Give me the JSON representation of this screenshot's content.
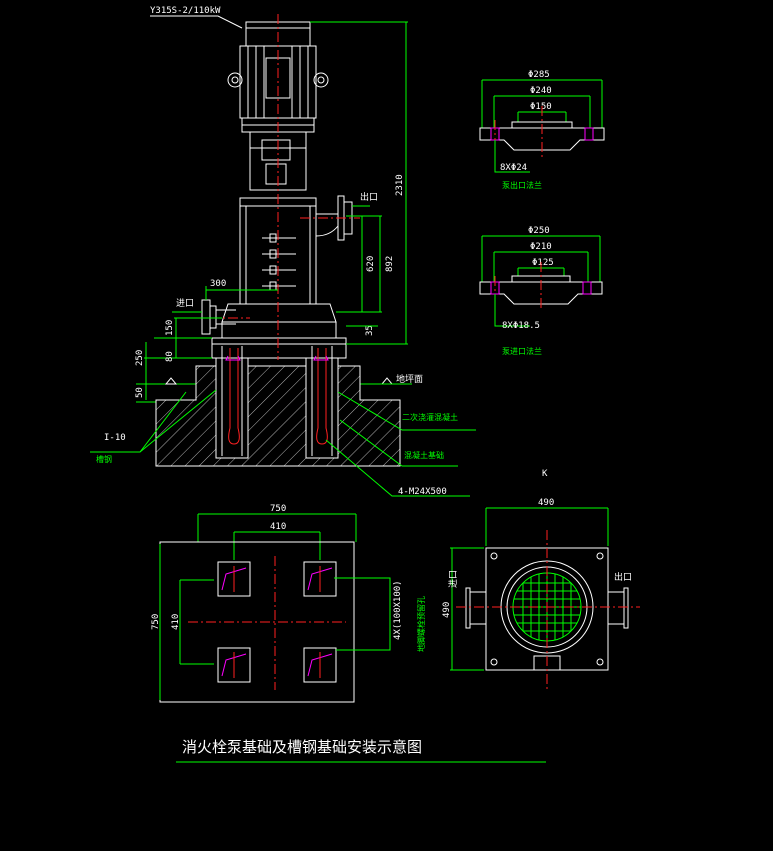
{
  "drawing": {
    "title": "消火栓泵基础及槽钢基础安装示意图",
    "motor_label": "Y315S-2/110kW",
    "dims_elevation": {
      "d2310": "2310",
      "d620": "620",
      "d892": "892",
      "d300": "300",
      "d150": "150",
      "d80": "80",
      "d250": "250",
      "d50": "50",
      "d35": "35"
    },
    "labels_elevation": {
      "outlet": "出口",
      "inlet": "进口",
      "floor": "地坪面",
      "grout": "二次浇灌混凝土",
      "concrete": "混凝土基础",
      "bolts": "4-M24X500",
      "i10": "I-10",
      "channel": "槽钢"
    },
    "flange_top": {
      "d1": "Φ285",
      "d2": "Φ240",
      "d3": "Φ150",
      "holes": "8XΦ24",
      "note": "泵出口法兰"
    },
    "flange_bottom": {
      "d1": "Φ250",
      "d2": "Φ210",
      "d3": "Φ125",
      "holes": "8XΦ18.5",
      "note": "泵进口法兰"
    },
    "plan": {
      "d750w": "750",
      "d410w": "410",
      "d750h": "750",
      "d410h": "410",
      "holes": "4X(100X100)",
      "hole_note": "地脚螺栓预留孔"
    },
    "view_k": {
      "label": "K",
      "d490w": "490",
      "d490h": "490",
      "inlet": "进口",
      "outlet": "出口"
    }
  }
}
